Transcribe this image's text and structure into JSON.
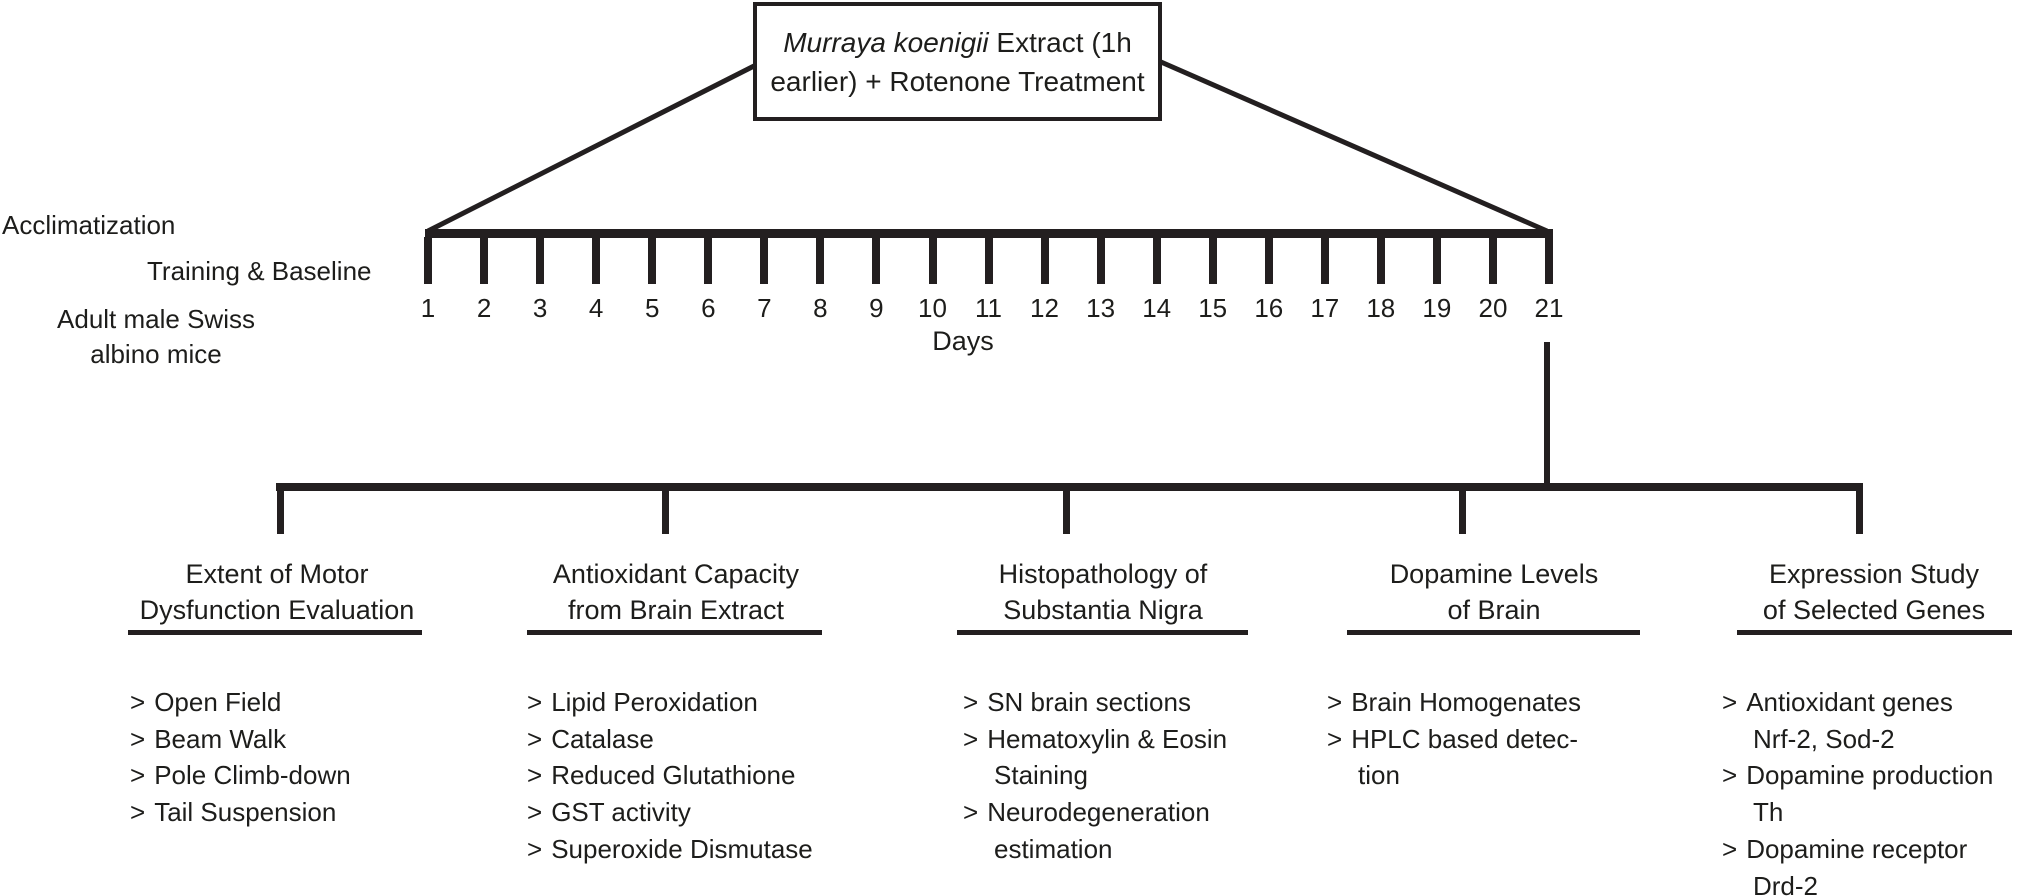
{
  "diagram": {
    "top_box": {
      "species": "Murraya koenigii",
      "line1_rest": "Extract (1h",
      "line2": "earlier) + Rotenone Treatment"
    },
    "left_labels": {
      "acclimatization": "Acclimatization",
      "training": "Training & Baseline",
      "mice_line1": "Adult male Swiss",
      "mice_line2": "albino mice"
    },
    "timeline": {
      "days": [
        1,
        2,
        3,
        4,
        5,
        6,
        7,
        8,
        9,
        10,
        11,
        12,
        13,
        14,
        15,
        16,
        17,
        18,
        19,
        20,
        21
      ],
      "axis_label": "Days"
    },
    "bullet_prefix": ">",
    "columns": [
      {
        "header": [
          "Extent of Motor",
          "Dysfunction Evaluation"
        ],
        "items": [
          [
            "Open Field"
          ],
          [
            "Beam Walk"
          ],
          [
            "Pole Climb-down"
          ],
          [
            "Tail Suspension"
          ]
        ]
      },
      {
        "header": [
          "Antioxidant Capacity",
          "from Brain Extract"
        ],
        "items": [
          [
            "Lipid Peroxidation"
          ],
          [
            "Catalase"
          ],
          [
            "Reduced Glutathione"
          ],
          [
            "GST activity"
          ],
          [
            "Superoxide Dismutase"
          ]
        ]
      },
      {
        "header": [
          "Histopathology of",
          "Substantia Nigra"
        ],
        "items": [
          [
            "SN brain sections"
          ],
          [
            "Hematoxylin & Eosin",
            "Staining"
          ],
          [
            "Neurodegeneration",
            "estimation"
          ]
        ]
      },
      {
        "header": [
          "Dopamine Levels",
          "of Brain"
        ],
        "items": [
          [
            "Brain Homogenates"
          ],
          [
            "HPLC based detec-",
            "tion"
          ]
        ]
      },
      {
        "header": [
          "Expression Study",
          "of Selected Genes"
        ],
        "items": [
          [
            "Antioxidant genes",
            "Nrf-2, Sod-2"
          ],
          [
            "Dopamine production",
            "Th"
          ],
          [
            "Dopamine receptor",
            "Drd-2"
          ]
        ]
      }
    ],
    "colors": {
      "ink": "#231f20",
      "background": "#ffffff"
    }
  }
}
